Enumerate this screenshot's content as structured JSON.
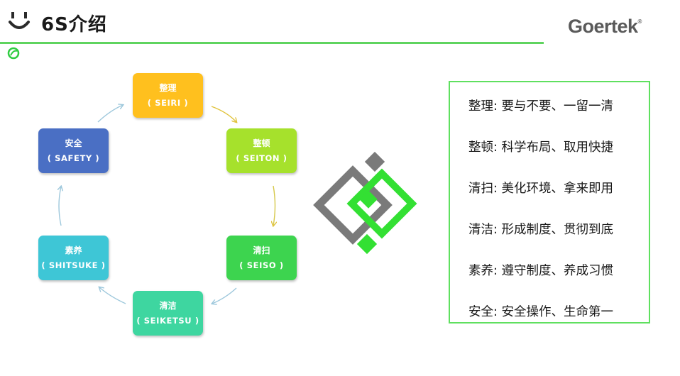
{
  "header": {
    "title": "6S介绍",
    "logo": "Goertek",
    "logo_mark": "®"
  },
  "cycle": [
    {
      "id": "seiri",
      "name": "整理",
      "romaji": "( SEIRI )",
      "color": "#ffc01e"
    },
    {
      "id": "seiton",
      "name": "整顿",
      "romaji": "( SEITON )",
      "color": "#a6e12c"
    },
    {
      "id": "seiso",
      "name": "清扫",
      "romaji": "( SEISO )",
      "color": "#3dd44f"
    },
    {
      "id": "seiketsu",
      "name": "清洁",
      "romaji": "( SEIKETSU )",
      "color": "#3ed6a0"
    },
    {
      "id": "shitsuke",
      "name": "素养",
      "romaji": "( SHITSUKE )",
      "color": "#3ec6d6"
    },
    {
      "id": "safety",
      "name": "安全",
      "romaji": "( SAFETY )",
      "color": "#4a6fc4"
    }
  ],
  "descriptions": [
    "整理: 要与不要、一留一清",
    "整顿: 科学布局、取用快捷",
    "清扫: 美化环境、拿来即用",
    "清洁: 形成制度、贯彻到底",
    "素养: 遵守制度、养成习惯",
    "安全: 安全操作、生命第一"
  ],
  "colors": {
    "accent_green": "#33e033",
    "logo_gray": "#7a7a7a",
    "arrow": "#a8c8d8"
  }
}
